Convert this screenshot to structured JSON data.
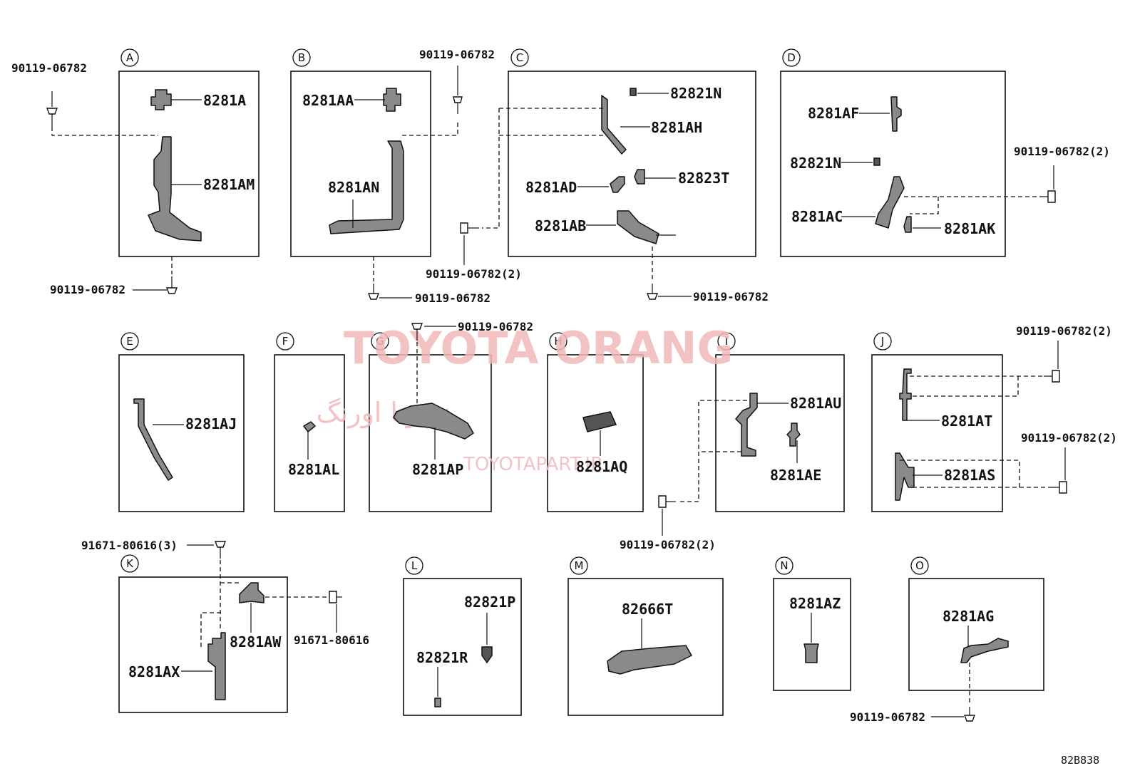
{
  "sections": [
    "A",
    "B",
    "C",
    "D",
    "E",
    "F",
    "G",
    "H",
    "I",
    "J",
    "K",
    "L",
    "M",
    "N",
    "O"
  ],
  "parts": {
    "p_8281A": "8281A",
    "p_8281AM": "8281AM",
    "p_8281AA": "8281AA",
    "p_8281AN": "8281AN",
    "p_82821N_c": "82821N",
    "p_8281AH": "8281AH",
    "p_8281AD": "8281AD",
    "p_82823T": "82823T",
    "p_8281AB": "8281AB",
    "p_8281AF": "8281AF",
    "p_82821N_d": "82821N",
    "p_8281AC": "8281AC",
    "p_8281AK": "8281AK",
    "p_8281AJ": "8281AJ",
    "p_8281AL": "8281AL",
    "p_8281AP": "8281AP",
    "p_8281AQ": "8281AQ",
    "p_8281AU": "8281AU",
    "p_8281AE": "8281AE",
    "p_8281AT": "8281AT",
    "p_8281AS": "8281AS",
    "p_8281AW": "8281AW",
    "p_8281AX": "8281AX",
    "p_82821P": "82821P",
    "p_82821R": "82821R",
    "p_82666T": "82666T",
    "p_8281AZ": "8281AZ",
    "p_8281AG": "8281AG"
  },
  "fasteners": {
    "f_a_top": "90119-06782",
    "f_a_bottom": "90119-06782",
    "f_b_top": "90119-06782",
    "f_b_bottom": "90119-06782",
    "f_c_left": "90119-06782(2)",
    "f_c_bottom": "90119-06782",
    "f_d_right": "90119-06782(2)",
    "f_g_top": "90119-06782",
    "f_i_bottom": "90119-06782(2)",
    "f_j_top": "90119-06782(2)",
    "f_j_mid": "90119-06782(2)",
    "f_k_top": "91671-80616(3)",
    "f_k_right": "91671-80616",
    "f_o_bottom": "90119-06782"
  },
  "watermark": {
    "brand": "TOYOTA ORANG",
    "persian": "تویوتا اورنگ",
    "site": "TOYOTAPART.IR"
  },
  "diagram_id": "82B838"
}
